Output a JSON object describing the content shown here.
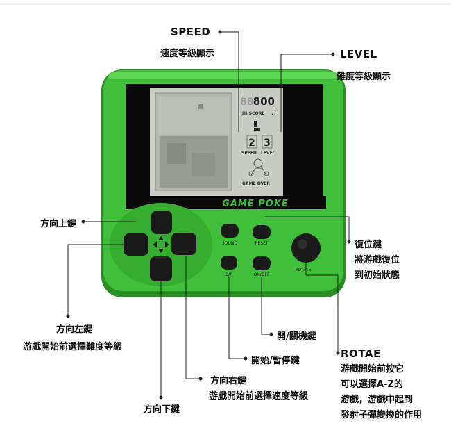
{
  "device": {
    "brand": "GAME POKE",
    "screen": {
      "score": "800",
      "hi_score_label": "HI-SCORE",
      "speed_value": "2",
      "level_value": "3",
      "speed_label": "SPEED",
      "level_label": "LEVEL",
      "game_over": "GAME OVER"
    },
    "buttons": {
      "sound": "SOUND",
      "reset": "RESET",
      "sp": "S/P",
      "onoff": "ON/OFF",
      "rotate": "ROTATE"
    }
  },
  "callouts": {
    "speed": {
      "title": "SPEED",
      "desc": "速度等級顯示"
    },
    "level": {
      "title": "LEVEL",
      "desc": "難度等級顯示"
    },
    "up": {
      "title": "方向上鍵"
    },
    "reset": {
      "desc": "復位鍵\n將游戲復位\n到初始狀態"
    },
    "left": {
      "title": "方向左鍵",
      "desc": "游戲開始前選擇難度等級"
    },
    "onoff": {
      "title": "開/關機鍵"
    },
    "rotate": {
      "title": "ROTAE",
      "desc": "游戲開始前按它\n可以選擇A-Z的\n游戲，游戲中起到\n發射子彈變換的作用"
    },
    "sp": {
      "title": "開始/暫停鍵"
    },
    "right": {
      "title": "方向右鍵",
      "desc": "游戲開始前選擇速度等級"
    },
    "down": {
      "title": "方向下鍵"
    }
  },
  "colors": {
    "body": "#3fbf3a",
    "body_light": "#6fe266",
    "body_dark": "#2a8f27",
    "bezel": "#0a0a0a",
    "lcd": "#c9cbc5",
    "button": "#1a1a1a"
  }
}
